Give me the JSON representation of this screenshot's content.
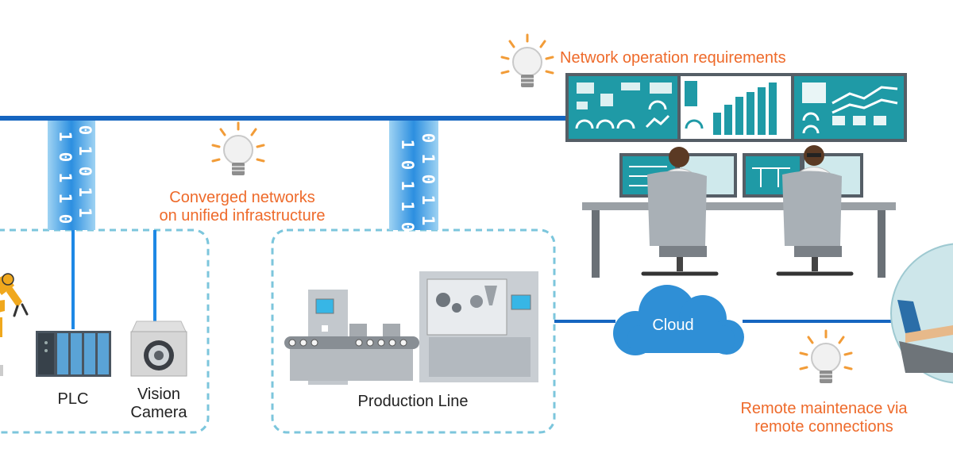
{
  "labels": {
    "network_operation": "Network operation requirements",
    "converged_line1": "Converged networks",
    "converged_line2": "on unified infrastructure",
    "plc": "PLC",
    "vision_line1": "Vision",
    "vision_line2": "Camera",
    "production_line": "Production Line",
    "cloud": "Cloud",
    "remote_line1": "Remote maintenace via",
    "remote_line2": "remote connections"
  },
  "data_streams": {
    "left": {
      "col1": [
        "1",
        "0",
        "1",
        "1",
        "0"
      ],
      "col2": [
        "0",
        "1",
        "0",
        "1",
        "1"
      ]
    },
    "right": {
      "col1": [
        "1",
        "0",
        "1",
        "1",
        "0"
      ],
      "col2": [
        "0",
        "1",
        "0",
        "1",
        "1"
      ]
    }
  },
  "colors": {
    "accent_orange": "#ee6a2a",
    "network_blue": "#1565c0",
    "cloud_blue": "#2f8fd6",
    "zone_border": "#7cc6dc",
    "screen_teal": "#1f9aa6"
  },
  "icons": [
    "lightbulb-icon",
    "cloud-icon",
    "plc-icon",
    "vision-camera-icon",
    "robot-arm-icon",
    "operator-icon",
    "laptop-icon"
  ]
}
